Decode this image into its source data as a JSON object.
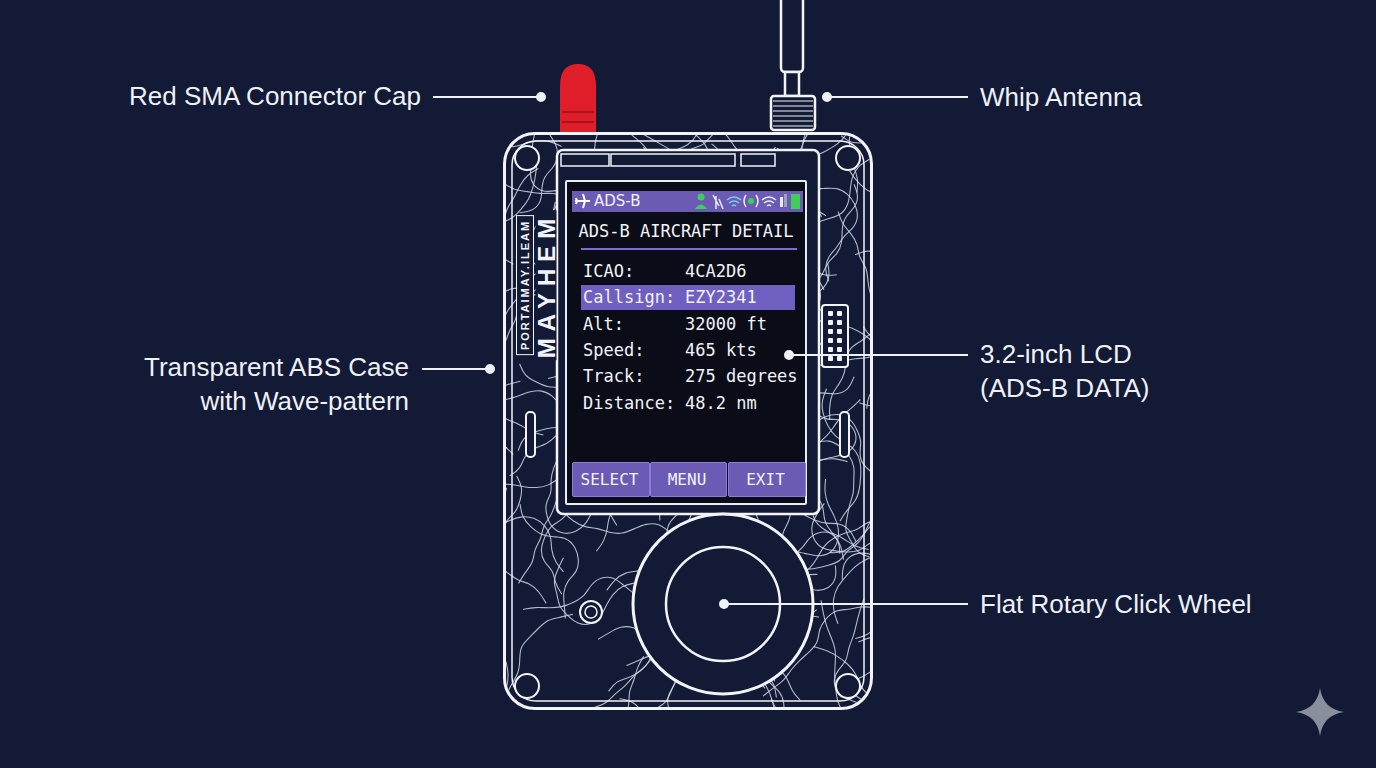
{
  "diagram": {
    "nodes": [
      {
        "text": [
          "PORTAIMAY.ILEAM",
          "MAYHEM"
        ]
      },
      {
        "text": [
          "ADS-B AIRCRAFT DETAIL",
          "ICAO:",
          "4CA2D6",
          "Alt:",
          "32000 ft",
          "Speed:",
          "465 kts",
          "Track:",
          "275 degrees",
          "Distance:",
          "48.2 nm"
        ],
        "in": 0
      },
      {
        "text": [
          "ADS-B"
        ],
        "in": 1
      },
      {
        "text": [
          "Callsign:",
          "EZY2341"
        ],
        "in": 1
      },
      {
        "text": [
          "SELECT"
        ],
        "in": 1
      },
      {
        "text": [
          "MENU"
        ],
        "in": 1
      },
      {
        "text": [
          "EXIT"
        ],
        "in": 1
      }
    ],
    "labels": [
      "Red SMA Connector Cap",
      "Whip Antenna",
      "Transparent ABS Case with Wave-pattern",
      "3.2-inch LCD (ADS-B DATA)",
      "Flat Rotary Click Wheel"
    ]
  }
}
